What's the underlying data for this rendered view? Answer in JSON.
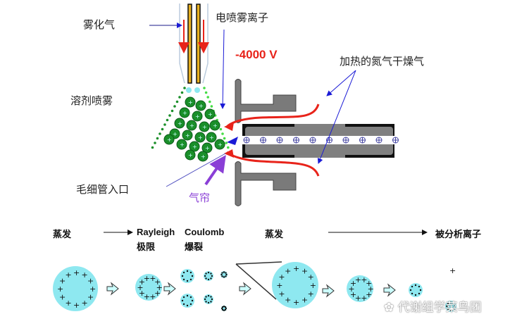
{
  "top_diagram": {
    "labels": {
      "nebulizer_gas": "雾化气",
      "electrospray_ions": "电喷雾离子",
      "voltage": "-4000 V",
      "heated_nitrogen": "加热的氮气干燥气",
      "solvent_spray": "溶剂喷雾",
      "capillary_inlet": "毛细管入口",
      "curtain_gas": "气帘"
    },
    "colors": {
      "droplet": "#1a8f2a",
      "gas_flow": "#e8231a",
      "pointer": "#1a1ad6",
      "curtain": "#8a3fd6",
      "capillary": "#707070"
    }
  },
  "bottom_process": {
    "stages": [
      {
        "line1": "蒸发",
        "line2": ""
      },
      {
        "line1": "Rayleigh",
        "line2": "极限"
      },
      {
        "line1": "Coulomb",
        "line2": "爆裂"
      },
      {
        "line1": "蒸发",
        "line2": ""
      },
      {
        "line1": "被分析离子",
        "line2": ""
      }
    ],
    "droplet_color": "#8ee8f0"
  },
  "watermark": "代谢组学菜鸟团"
}
